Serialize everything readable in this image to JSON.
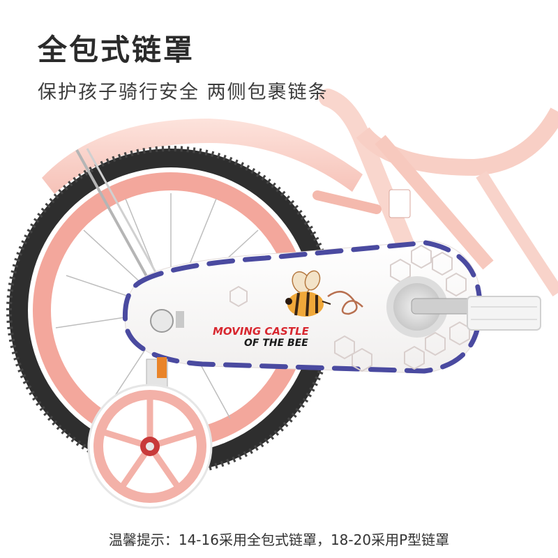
{
  "headline": "全包式链罩",
  "subline": "保护孩子骑行安全 两侧包裹链条",
  "footnote": "温馨提示：14-16采用全包式链罩，18-20采用P型链罩",
  "guard_logo": {
    "line1": "MOVING CASTLE",
    "line2": "OF THE BEE"
  },
  "colors": {
    "frame_pink": "#f6c2b8",
    "rim_pink": "#f3a79c",
    "tire": "#2e2e2e",
    "dash_outline": "#4a4aa0",
    "logo_red": "#d82830",
    "logo_black": "#1a1a1a"
  }
}
